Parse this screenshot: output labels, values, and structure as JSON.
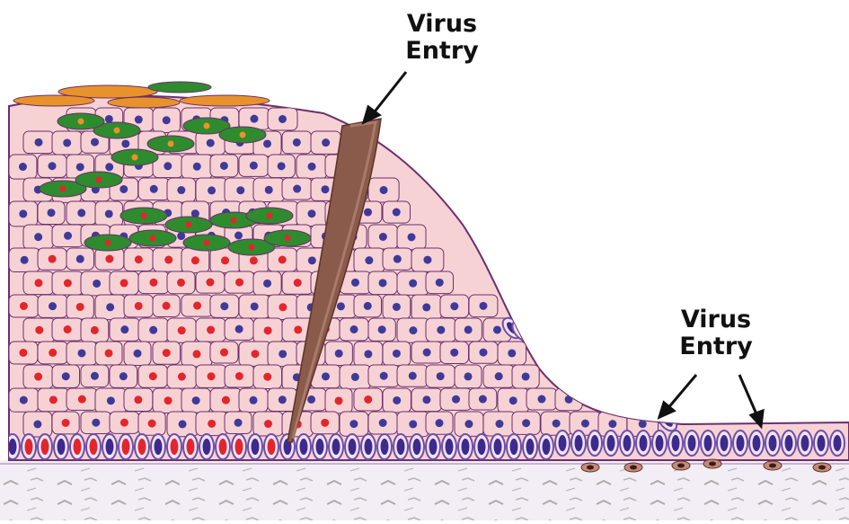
{
  "labels": {
    "top": {
      "line1": "Virus",
      "line2": "Entry"
    },
    "right": {
      "line1": "Virus",
      "line2": "Entry"
    }
  },
  "colors": {
    "cell_fill": "#f7d2d5",
    "cell_outline": "#6b2f6b",
    "dermis": "#f3eef5",
    "basal_cell": "#6f4fa3",
    "basal_nucleus": "#3d2a8c",
    "infected_nucleus": "#e3262b",
    "nucleus": "#3f3a9a",
    "infected_cell": "#2e8b2e",
    "keratin": "#e8922b",
    "wound": "#8a5a4a"
  }
}
